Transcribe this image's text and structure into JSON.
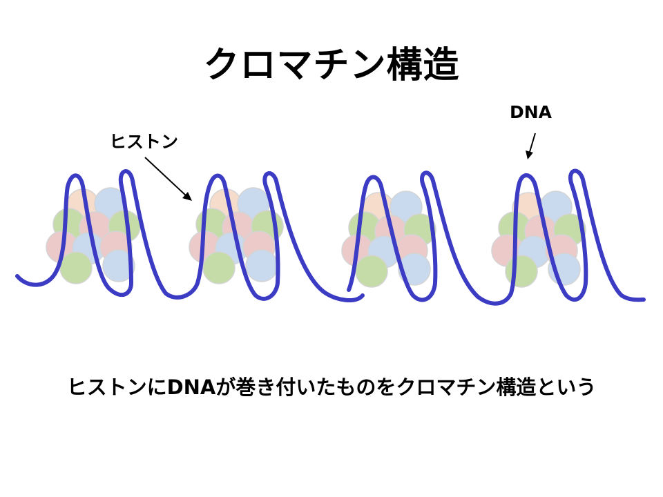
{
  "title": "クロマチン構造",
  "labels": {
    "histone": "ヒストン",
    "dna": "DNA"
  },
  "caption": "ヒストンにDNAが巻き付いたものをクロマチン構造という",
  "colors": {
    "dna": "#3b3bc4",
    "histone_green": "#c6dca8",
    "histone_blue": "#c9d9ee",
    "histone_pink": "#eccaca",
    "histone_peach": "#f6dccb",
    "histone_stroke": "#d4d4d4",
    "arrow": "#000000"
  }
}
